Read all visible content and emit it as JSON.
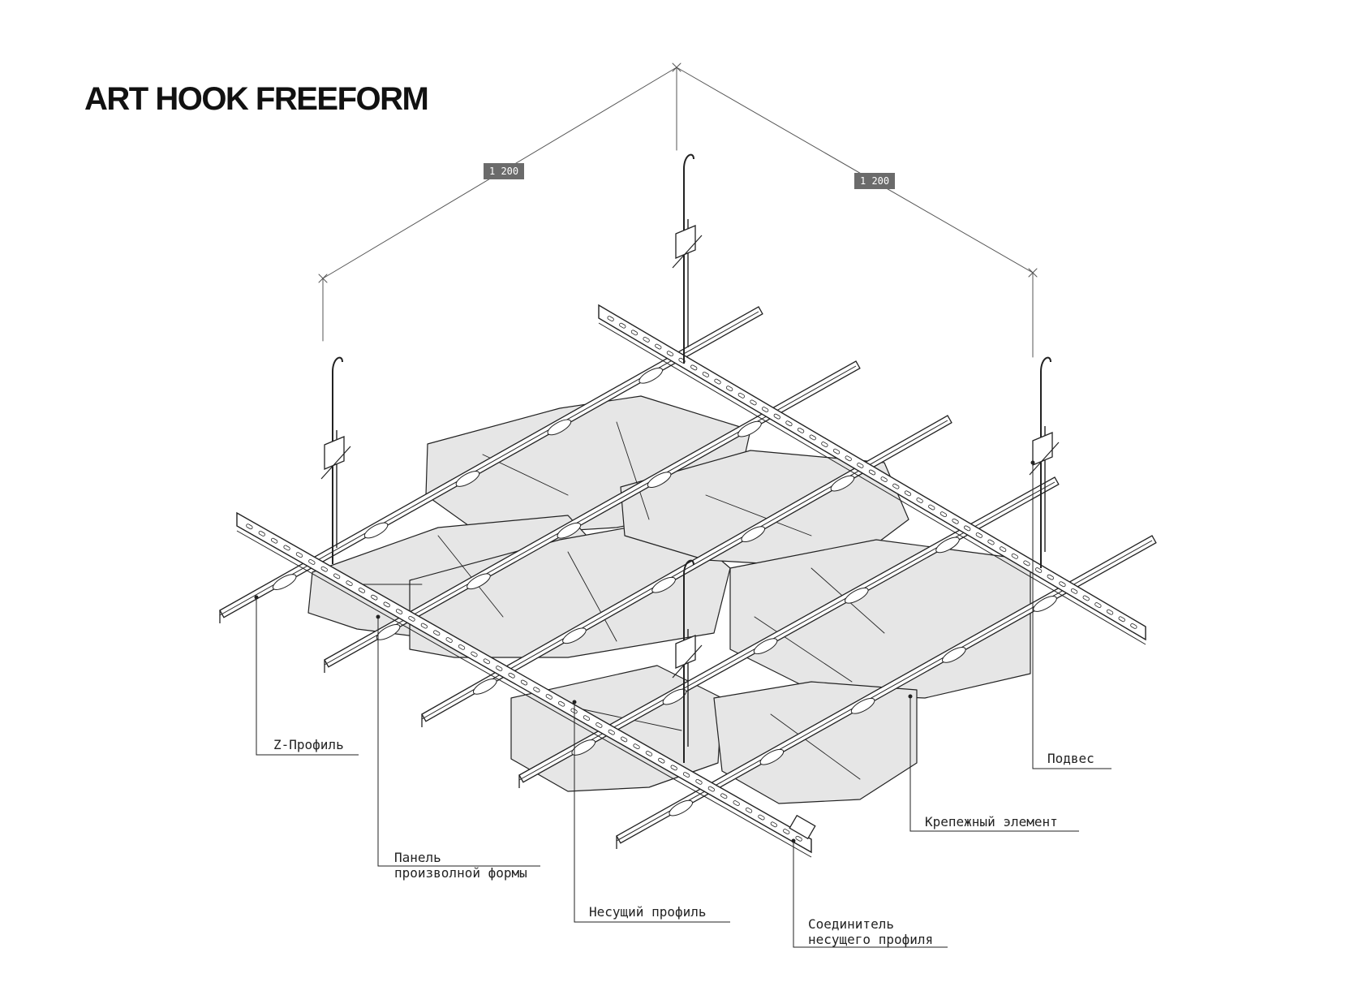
{
  "title": "ART HOOK FREEFORM",
  "dimensions": {
    "left": "1 200",
    "right": "1 200"
  },
  "labels": {
    "z_profile": "Z-Профиль",
    "panel_line1": "Панель",
    "panel_line2": "произволной формы",
    "carrier": "Несущий профиль",
    "connector_line1": "Соединитель",
    "connector_line2": "несущего профиля",
    "fastener": "Крепежный элемент",
    "hanger": "Подвес"
  },
  "colors": {
    "panel_fill": "#e6e6e6",
    "line": "#222222",
    "dim_line": "#555555",
    "dim_label_bg": "#6b6b6b"
  }
}
